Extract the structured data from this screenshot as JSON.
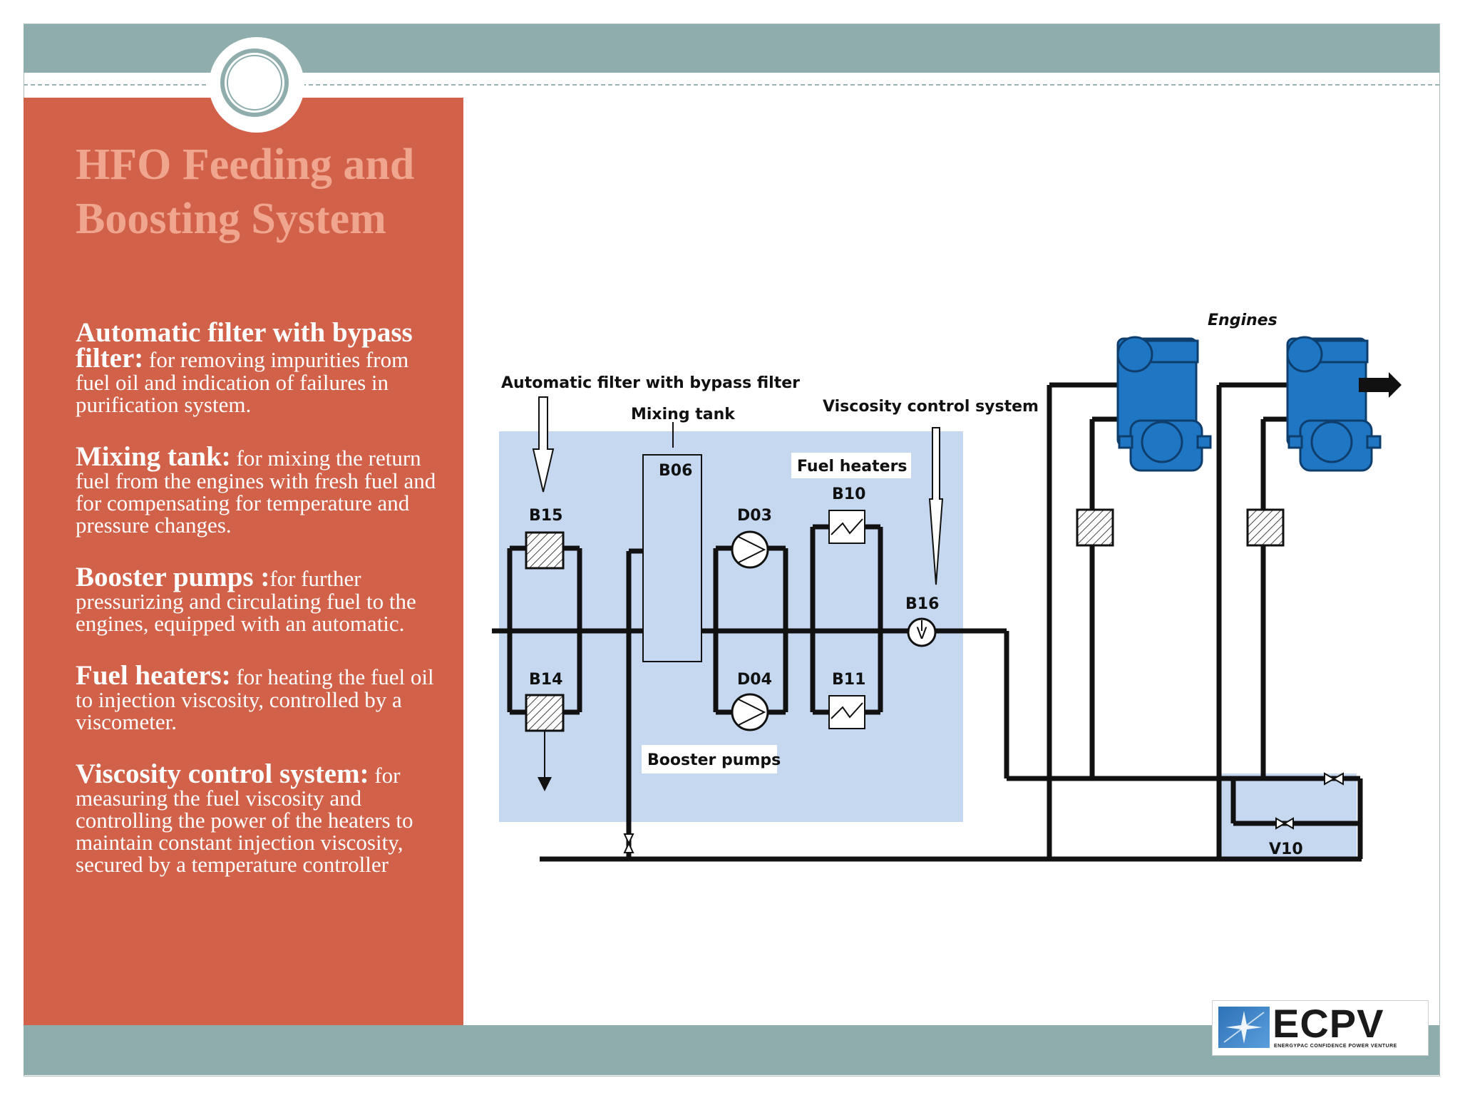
{
  "slide": {
    "title": "HFO Feeding and Boosting System",
    "items": [
      {
        "heading": "Automatic filter with bypass filter:",
        "text": " for removing impurities from fuel oil and indication of failures in purification system."
      },
      {
        "heading": "Mixing tank:",
        "text": " for mixing the return fuel from the engines with fresh fuel and for compensating for temperature and pressure changes."
      },
      {
        "heading": "Booster pumps :",
        "text": "for further pressurizing and circulating fuel to the engines, equipped with an automatic."
      },
      {
        "heading": "Fuel heaters:",
        "text": " for heating the fuel oil to injection viscosity, controlled by a viscometer."
      },
      {
        "heading": "Viscosity control system:",
        "text": " for measuring the fuel viscosity and controlling the power of the heaters to maintain constant injection viscosity, secured by a temperature controller"
      }
    ]
  },
  "diagram": {
    "labels": {
      "auto_filter": "Automatic filter with bypass filter",
      "mixing_tank": "Mixing tank",
      "viscosity": "Viscosity control system",
      "fuel_heaters": "Fuel heaters",
      "booster_pumps": "Booster pumps",
      "engines": "Engines"
    },
    "tags": {
      "b15": "B15",
      "b14": "B14",
      "b06": "B06",
      "d03": "D03",
      "d04": "D04",
      "b10": "B10",
      "b11": "B11",
      "b16": "B16",
      "v10": "V10",
      "v": "V"
    },
    "colors": {
      "panel_bg": "#c5d8ef",
      "engine": "#1f76c2",
      "pipe": "#111111"
    }
  },
  "logo": {
    "name": "ECPV",
    "tagline": "ENERGYPAC CONFIDENCE POWER VENTURE"
  },
  "theme": {
    "band": "#8fadad",
    "panel": "#d2614a",
    "title": "#efa58e"
  }
}
